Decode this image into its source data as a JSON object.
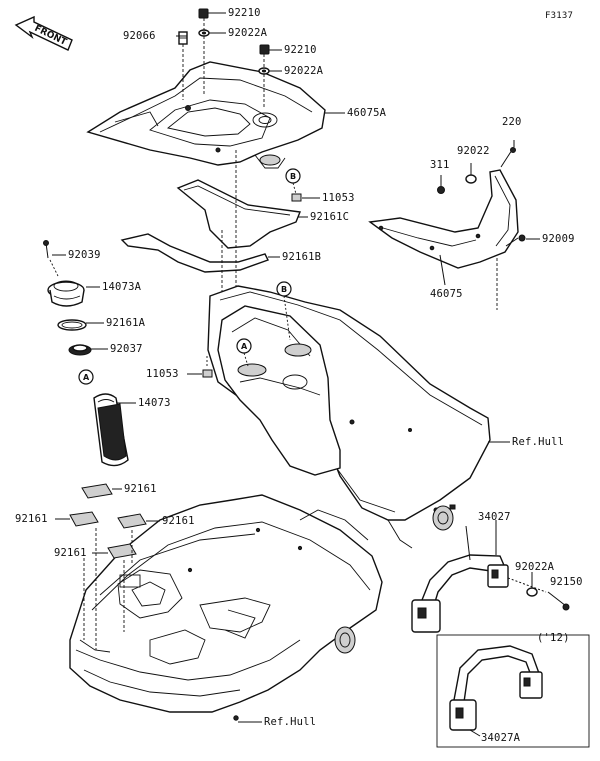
{
  "figure_code": "F3137",
  "front_arrow_label": "FRONT",
  "callouts": {
    "a": "A",
    "b": "B"
  },
  "labels": {
    "l92210a": "92210",
    "l92066": "92066",
    "l92022Aa": "92022A",
    "l92210b": "92210",
    "l92022Ab": "92022A",
    "l46075A": "46075A",
    "l220": "220",
    "l92022": "92022",
    "l311": "311",
    "l11053a": "11053",
    "l92161C": "92161C",
    "l92009": "92009",
    "l92161B": "92161B",
    "l92039": "92039",
    "l14073A": "14073A",
    "l46075": "46075",
    "l92161A": "92161A",
    "l92037": "92037",
    "l11053b": "11053",
    "l14073": "14073",
    "lRefHull1": "Ref.Hull",
    "l92161a": "92161",
    "l34027": "34027",
    "l92161b": "92161",
    "l92161c": "92161",
    "l92161d": "92161",
    "l92022Ac": "92022A",
    "l92150": "92150",
    "l12": "('12)",
    "l34027A": "34027A",
    "lRefHull2": "Ref.Hull"
  }
}
